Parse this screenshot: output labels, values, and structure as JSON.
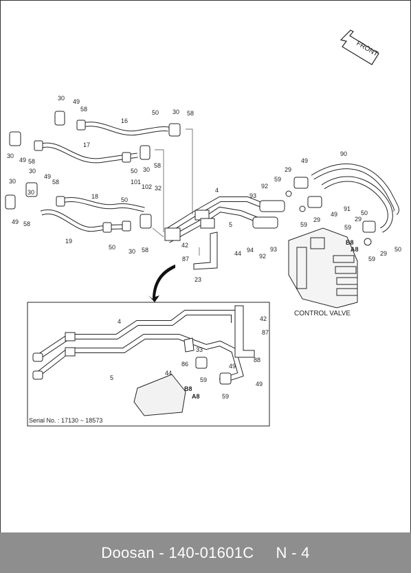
{
  "direction_label": "FRONT",
  "control_valve_label": "CONTROL VALVE",
  "serial_text": "Serial No. : 17130 ~ 18573",
  "footer": {
    "brand": "Doosan",
    "part_number": "140-01601C",
    "page": "N - 4"
  },
  "callouts_upper": [
    {
      "id": "30a",
      "text": "30"
    },
    {
      "id": "49a",
      "text": "49"
    },
    {
      "id": "58a",
      "text": "58"
    },
    {
      "id": "16",
      "text": "16"
    },
    {
      "id": "50a",
      "text": "50"
    },
    {
      "id": "30b",
      "text": "30"
    },
    {
      "id": "58b",
      "text": "58"
    },
    {
      "id": "17",
      "text": "17"
    },
    {
      "id": "30c",
      "text": "30"
    },
    {
      "id": "49b",
      "text": "49"
    },
    {
      "id": "58c",
      "text": "58"
    },
    {
      "id": "50b",
      "text": "50"
    },
    {
      "id": "30d",
      "text": "30"
    },
    {
      "id": "58d",
      "text": "58"
    },
    {
      "id": "30e",
      "text": "30"
    },
    {
      "id": "49c",
      "text": "49"
    },
    {
      "id": "58e",
      "text": "58"
    },
    {
      "id": "30f",
      "text": "30"
    },
    {
      "id": "30g",
      "text": "30"
    },
    {
      "id": "49d",
      "text": "49"
    },
    {
      "id": "58f",
      "text": "58"
    },
    {
      "id": "18",
      "text": "18"
    },
    {
      "id": "101",
      "text": "101"
    },
    {
      "id": "102",
      "text": "102"
    },
    {
      "id": "32",
      "text": "32"
    },
    {
      "id": "50c",
      "text": "50"
    },
    {
      "id": "19",
      "text": "19"
    },
    {
      "id": "50d",
      "text": "50"
    },
    {
      "id": "30h",
      "text": "30"
    },
    {
      "id": "58g",
      "text": "58"
    },
    {
      "id": "42a",
      "text": "42"
    },
    {
      "id": "87a",
      "text": "87"
    },
    {
      "id": "23",
      "text": "23"
    },
    {
      "id": "4a",
      "text": "4"
    },
    {
      "id": "5a",
      "text": "5"
    },
    {
      "id": "44a",
      "text": "44"
    },
    {
      "id": "94",
      "text": "94"
    },
    {
      "id": "93a",
      "text": "93"
    },
    {
      "id": "92a",
      "text": "92"
    },
    {
      "id": "93b",
      "text": "93"
    },
    {
      "id": "92b",
      "text": "92"
    },
    {
      "id": "59a",
      "text": "59"
    },
    {
      "id": "29a",
      "text": "29"
    },
    {
      "id": "49e",
      "text": "49"
    },
    {
      "id": "90",
      "text": "90"
    },
    {
      "id": "59b",
      "text": "59"
    },
    {
      "id": "29b",
      "text": "29"
    },
    {
      "id": "49f",
      "text": "49"
    },
    {
      "id": "91",
      "text": "91"
    },
    {
      "id": "50e",
      "text": "50"
    },
    {
      "id": "59c",
      "text": "59"
    },
    {
      "id": "29c",
      "text": "29"
    },
    {
      "id": "50f",
      "text": "50"
    },
    {
      "id": "59d",
      "text": "59"
    },
    {
      "id": "29d",
      "text": "29"
    },
    {
      "id": "B8a",
      "text": "B8"
    },
    {
      "id": "A8a",
      "text": "A8"
    }
  ],
  "callouts_inset": [
    {
      "id": "4b",
      "text": "4"
    },
    {
      "id": "42b",
      "text": "42"
    },
    {
      "id": "87b",
      "text": "87"
    },
    {
      "id": "88",
      "text": "88"
    },
    {
      "id": "33",
      "text": "33"
    },
    {
      "id": "86",
      "text": "86"
    },
    {
      "id": "44b",
      "text": "44"
    },
    {
      "id": "5b",
      "text": "5"
    },
    {
      "id": "59e",
      "text": "59"
    },
    {
      "id": "49g",
      "text": "49"
    },
    {
      "id": "59f",
      "text": "59"
    },
    {
      "id": "49h",
      "text": "49"
    },
    {
      "id": "B8b",
      "text": "B8"
    },
    {
      "id": "A8b",
      "text": "A8"
    }
  ]
}
